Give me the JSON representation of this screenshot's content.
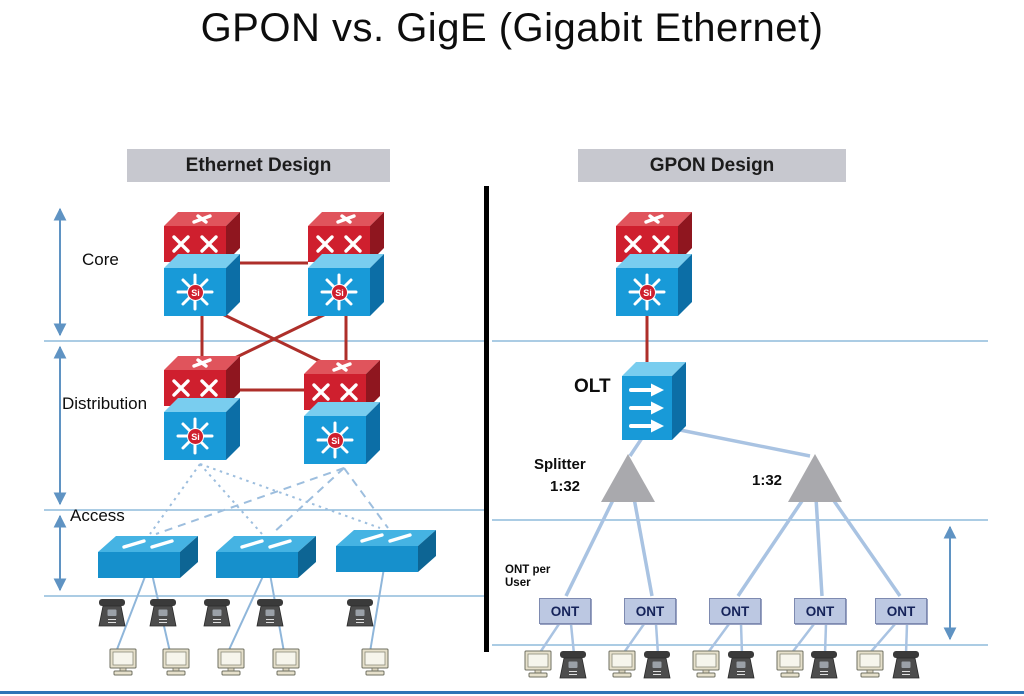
{
  "title": "GPON vs. GigE (Gigabit Ethernet)",
  "panels": {
    "left": {
      "header": "Ethernet Design",
      "layer_labels": {
        "core": "Core",
        "distribution": "Distribution",
        "access": "Access"
      }
    },
    "right": {
      "header": "GPON Design",
      "olt": "OLT",
      "splitter_title": "Splitter",
      "splitter_ratio_left": "1:32",
      "splitter_ratio_right": "1:32",
      "ont_per_user": "ONT per User",
      "ont_boxes": [
        "ONT",
        "ONT",
        "ONT",
        "ONT",
        "ONT"
      ]
    }
  },
  "icons": {
    "si_badge": "Si",
    "switch_module": "switch-x-module-icon",
    "multilayer_switch": "multilayer-switch-icon",
    "access_switch": "access-switch-icon",
    "olt": "olt-icon",
    "splitter": "splitter-triangle-icon",
    "phone": "ip-phone-icon",
    "computer": "desktop-computer-icon"
  },
  "colors": {
    "core_link": "#ae2f2a",
    "fiber_link": "#a9c3e2",
    "zone_line": "#8fbcdc",
    "header_band": "#c7c8cf",
    "bottom_strip": "#2e75b6"
  }
}
